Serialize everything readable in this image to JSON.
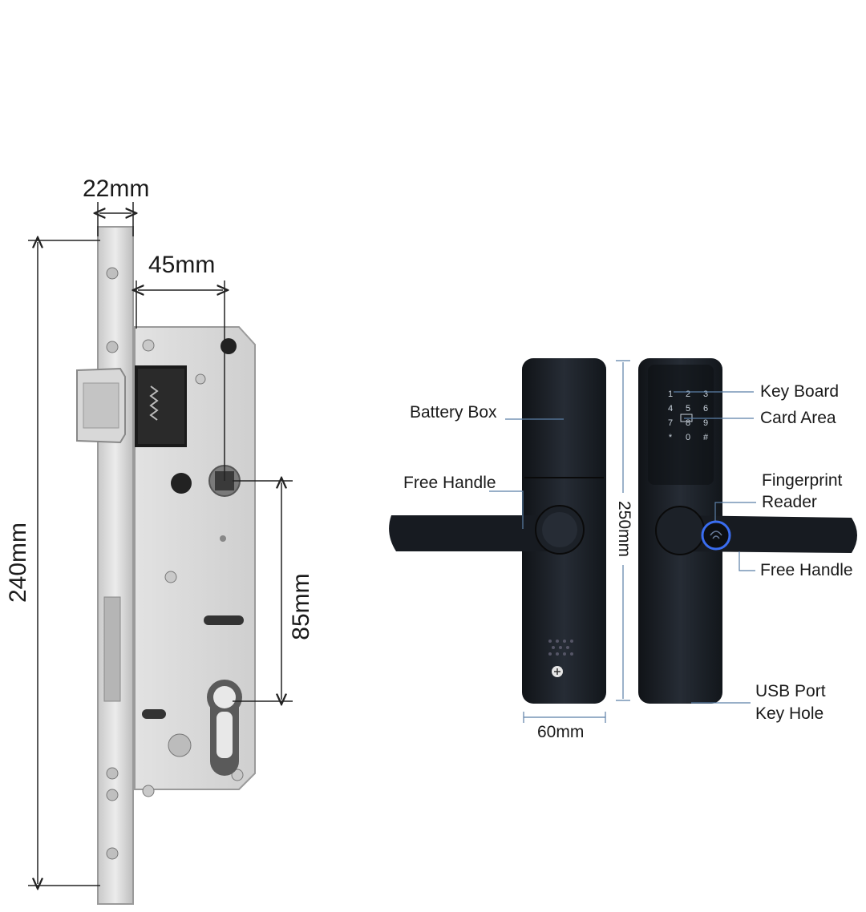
{
  "mortise": {
    "width_label": "22mm",
    "backset_label": "45mm",
    "height_label": "240mm",
    "center_distance_label": "85mm"
  },
  "handle": {
    "height_label": "250mm",
    "width_label": "60mm",
    "keypad_keys": [
      "1",
      "2",
      "3",
      "4",
      "5",
      "6",
      "7",
      "8",
      "9",
      "*",
      "0",
      "#"
    ],
    "callouts": {
      "battery_box": "Battery Box",
      "free_handle_left": "Free Handle",
      "key_board": "Key Board",
      "card_area": "Card Area",
      "fingerprint_line1": "Fingerprint",
      "fingerprint_line2": "Reader",
      "free_handle_right": "Free Handle",
      "usb_port": "USB Port",
      "key_hole": "Key Hole"
    }
  },
  "colors": {
    "steel": "#d9d9d9",
    "steel_dark": "#9a9a9a",
    "lock_body": "#1c2128",
    "dimension_line": "#222222",
    "callout_line": "#5b7fa6",
    "fingerprint_ring": "#3a6df0"
  }
}
